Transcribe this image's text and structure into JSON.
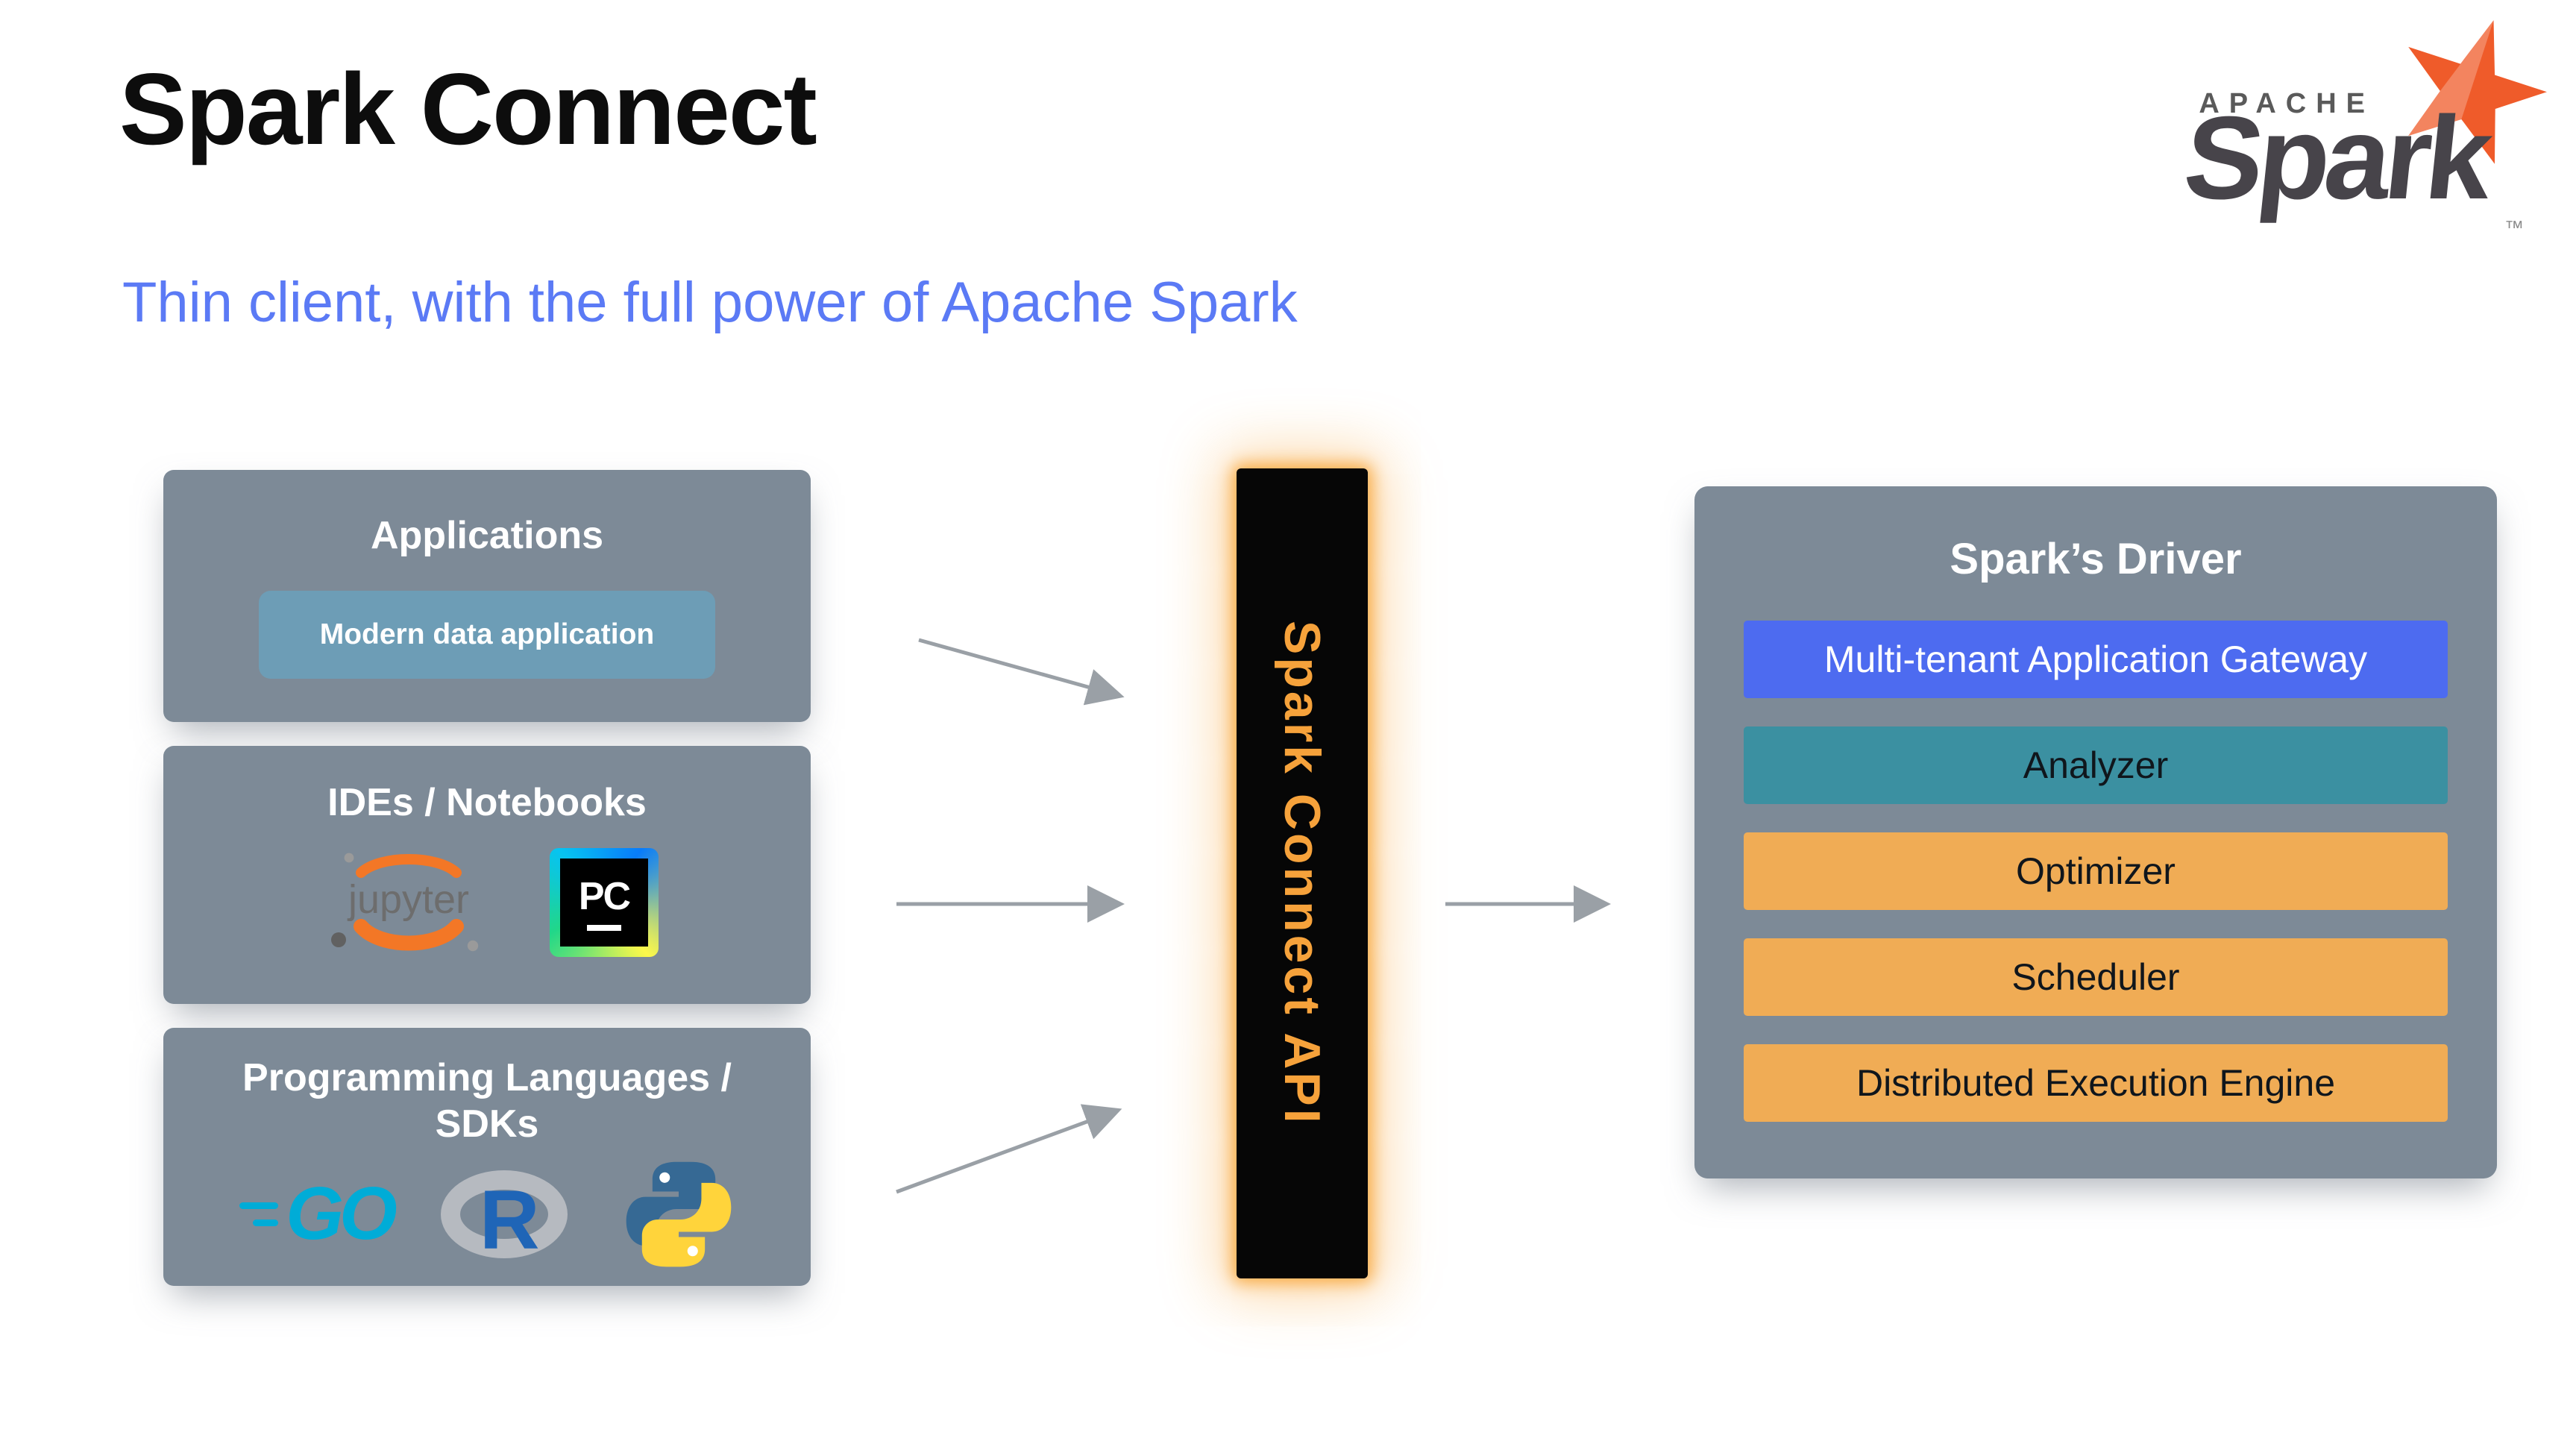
{
  "slide": {
    "title": "Spark Connect",
    "subtitle": "Thin client, with the full power of Apache Spark"
  },
  "logo": {
    "apache": "APACHE",
    "wordmark": "Spark",
    "tm": "™"
  },
  "sources": {
    "applications": {
      "title": "Applications",
      "chip": "Modern data application"
    },
    "ides": {
      "title": "IDEs / Notebooks",
      "jupyter_label": "jupyter",
      "pycharm_label": "PC"
    },
    "languages": {
      "title": "Programming Languages / SDKs",
      "go_label": "GO",
      "r_label": "R"
    }
  },
  "connector": {
    "label": "Spark Connect API"
  },
  "driver": {
    "title": "Spark’s Driver",
    "layers": [
      {
        "label": "Multi-tenant Application Gateway",
        "bg": "#4d6bf0",
        "fg": "#ffffff"
      },
      {
        "label": "Analyzer",
        "bg": "#3b90a1",
        "fg": "#10161c"
      },
      {
        "label": "Optimizer",
        "bg": "#f0ac55",
        "fg": "#10161c"
      },
      {
        "label": "Scheduler",
        "bg": "#f0ac55",
        "fg": "#10161c"
      },
      {
        "label": "Distributed Execution Engine",
        "bg": "#f0ac55",
        "fg": "#10161c"
      }
    ]
  },
  "colors": {
    "subtitle": "#5b7af5",
    "panel": "#7d8a97",
    "chip": "#6d9db6",
    "connector_text": "#f6a23b",
    "arrow": "#9aa0a6",
    "spark_star": "#ef5b2a"
  }
}
